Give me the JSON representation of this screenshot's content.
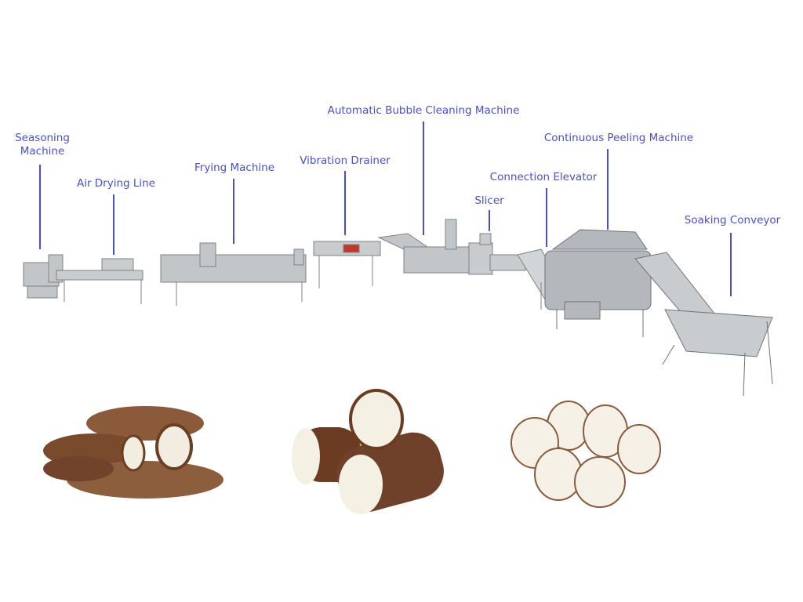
{
  "labels": {
    "seasoning": "Seasoning Machine",
    "seasoning_l1": "Seasoning",
    "seasoning_l2": "Machine",
    "air_drying": "Air Drying Line",
    "frying": "Frying Machine",
    "vibration": "Vibration Drainer",
    "bubble": "Automatic Bubble Cleaning Machine",
    "slicer": "Slicer",
    "elevator": "Connection Elevator",
    "peeling": "Continuous Peeling Machine",
    "soaking": "Soaking Conveyor"
  },
  "colors": {
    "label": "#4a4fc8",
    "steel": "#b8bcc0",
    "bark": "#7a4a2c",
    "flesh": "#f3ece0"
  }
}
